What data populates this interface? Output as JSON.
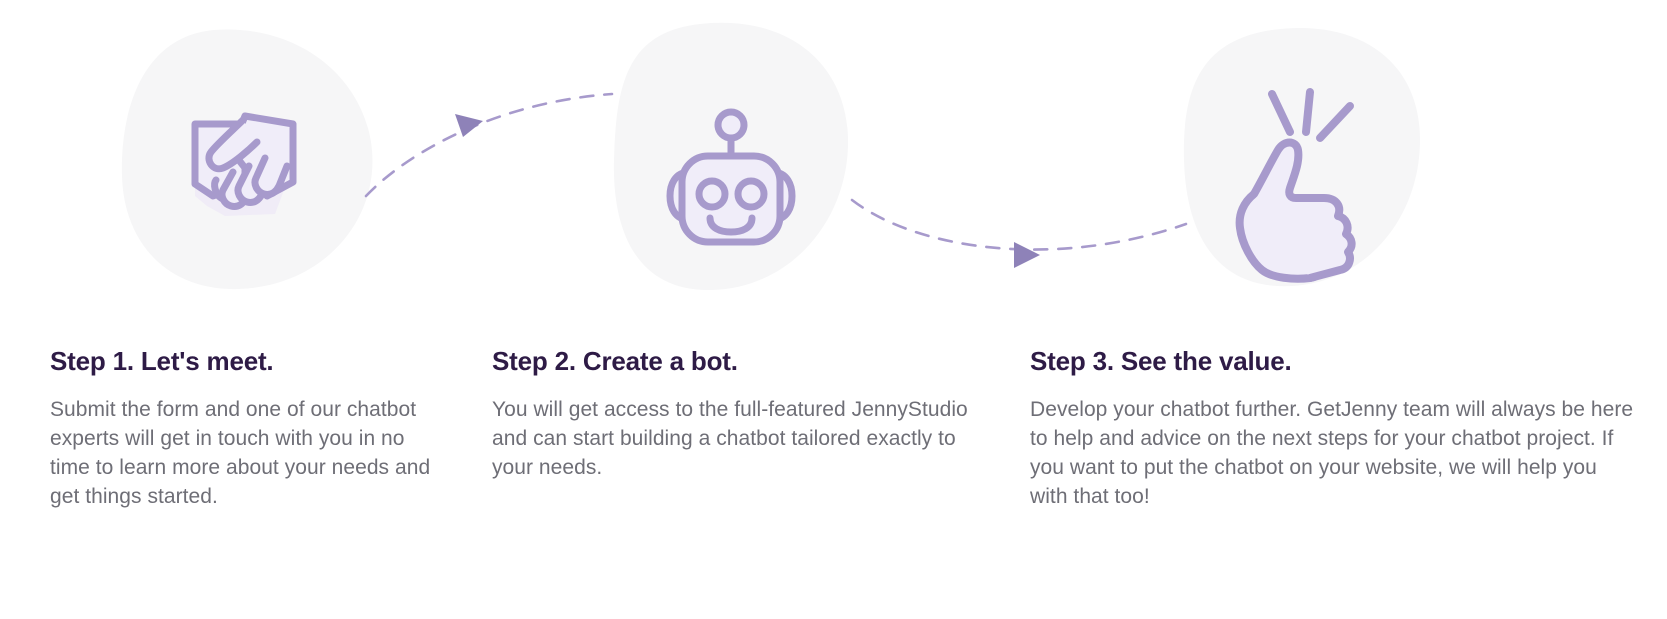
{
  "theme": {
    "background": "#ffffff",
    "blob_fill": "#f6f6f7",
    "icon_stroke": "#a79acc",
    "icon_fill": "#f0edf9",
    "icon_shadow": "#eeeaf7",
    "connector_color": "#a79acc",
    "heading_color": "#2e1b46",
    "body_color": "#6e6e76"
  },
  "illustration": {
    "icons": [
      {
        "name": "handshake-icon",
        "label": "Handshake"
      },
      {
        "name": "robot-icon",
        "label": "Robot"
      },
      {
        "name": "thumbs-up-icon",
        "label": "Thumbs up"
      }
    ],
    "connectors": [
      {
        "name": "connector-arrow-1",
        "label": "Step 1 to Step 2 arrow"
      },
      {
        "name": "connector-arrow-2",
        "label": "Step 2 to Step 3 arrow"
      }
    ]
  },
  "steps": [
    {
      "title": "Step 1. Let's meet.",
      "body": "Submit the form and one of our chatbot experts will get in touch with you in no time to learn more about your needs and get things started."
    },
    {
      "title": "Step 2. Create a bot.",
      "body": "You will get access to the full-featured JennyStudio and can start building a chatbot tailored exactly to your needs."
    },
    {
      "title": "Step 3. See the value.",
      "body": "Develop your chatbot further. GetJenny team will always be here to help and advice on the next steps for your chatbot project. If you want to put the chatbot on your website, we will help you with that too!"
    }
  ]
}
